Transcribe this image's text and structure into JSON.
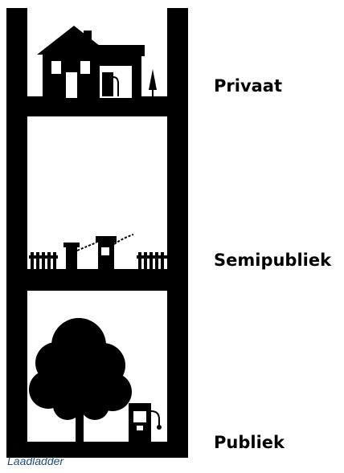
{
  "levels": {
    "private": "Privaat",
    "semi_public": "Semipubliek",
    "public": "Publiek"
  },
  "caption": "Laadladder",
  "colors": {
    "ink": "#000000",
    "caption": "#1f4e79",
    "background": "#ffffff"
  },
  "icons": {
    "private": "house-with-charger-icon",
    "semi_public": "fenced-parking-charger-icon",
    "public": "tree-with-public-charger-icon"
  }
}
